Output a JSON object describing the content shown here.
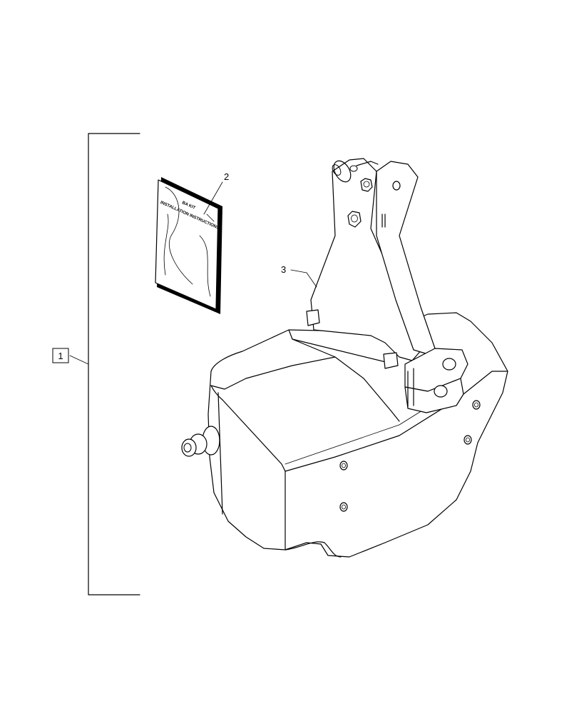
{
  "callouts": {
    "item_1": "1",
    "item_2": "2",
    "item_3": "3"
  },
  "booklet": {
    "line_1": "BA KIT",
    "line_2": "INSTALLATION INSTRUCTIONS"
  }
}
